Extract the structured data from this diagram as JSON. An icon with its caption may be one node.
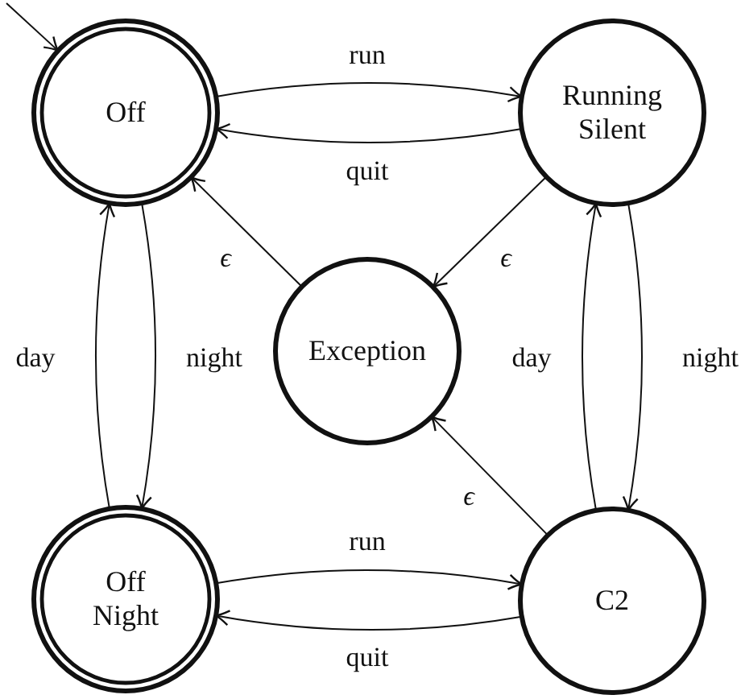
{
  "diagram": {
    "nodes": [
      {
        "text": [
          "Off"
        ]
      },
      {
        "text": [
          "Running Silent"
        ]
      },
      {
        "text": [
          "Exception"
        ]
      },
      {
        "text": [
          "Off Night"
        ]
      },
      {
        "text": [
          "C2"
        ]
      }
    ],
    "edges": [
      {
        "from": null,
        "to": 0,
        "arrow": "to"
      },
      {
        "from": 0,
        "to": 1,
        "arrow": "to",
        "label": "run"
      },
      {
        "from": 1,
        "to": 0,
        "arrow": "to",
        "label": "quit"
      },
      {
        "from": 2,
        "to": 0,
        "arrow": "to",
        "label": "ϵ"
      },
      {
        "from": 1,
        "to": 2,
        "arrow": "to",
        "label": "ϵ"
      },
      {
        "from": 3,
        "to": 0,
        "arrow": "to",
        "label": "day"
      },
      {
        "from": 0,
        "to": 3,
        "arrow": "to",
        "label": "night"
      },
      {
        "from": 4,
        "to": 1,
        "arrow": "to",
        "label": "day"
      },
      {
        "from": 1,
        "to": 4,
        "arrow": "to",
        "label": "night"
      },
      {
        "from": 4,
        "to": 2,
        "arrow": "to",
        "label": "ϵ"
      },
      {
        "from": 3,
        "to": 4,
        "arrow": "to",
        "label": "run"
      },
      {
        "from": 4,
        "to": 3,
        "arrow": "to",
        "label": "quit"
      }
    ]
  }
}
